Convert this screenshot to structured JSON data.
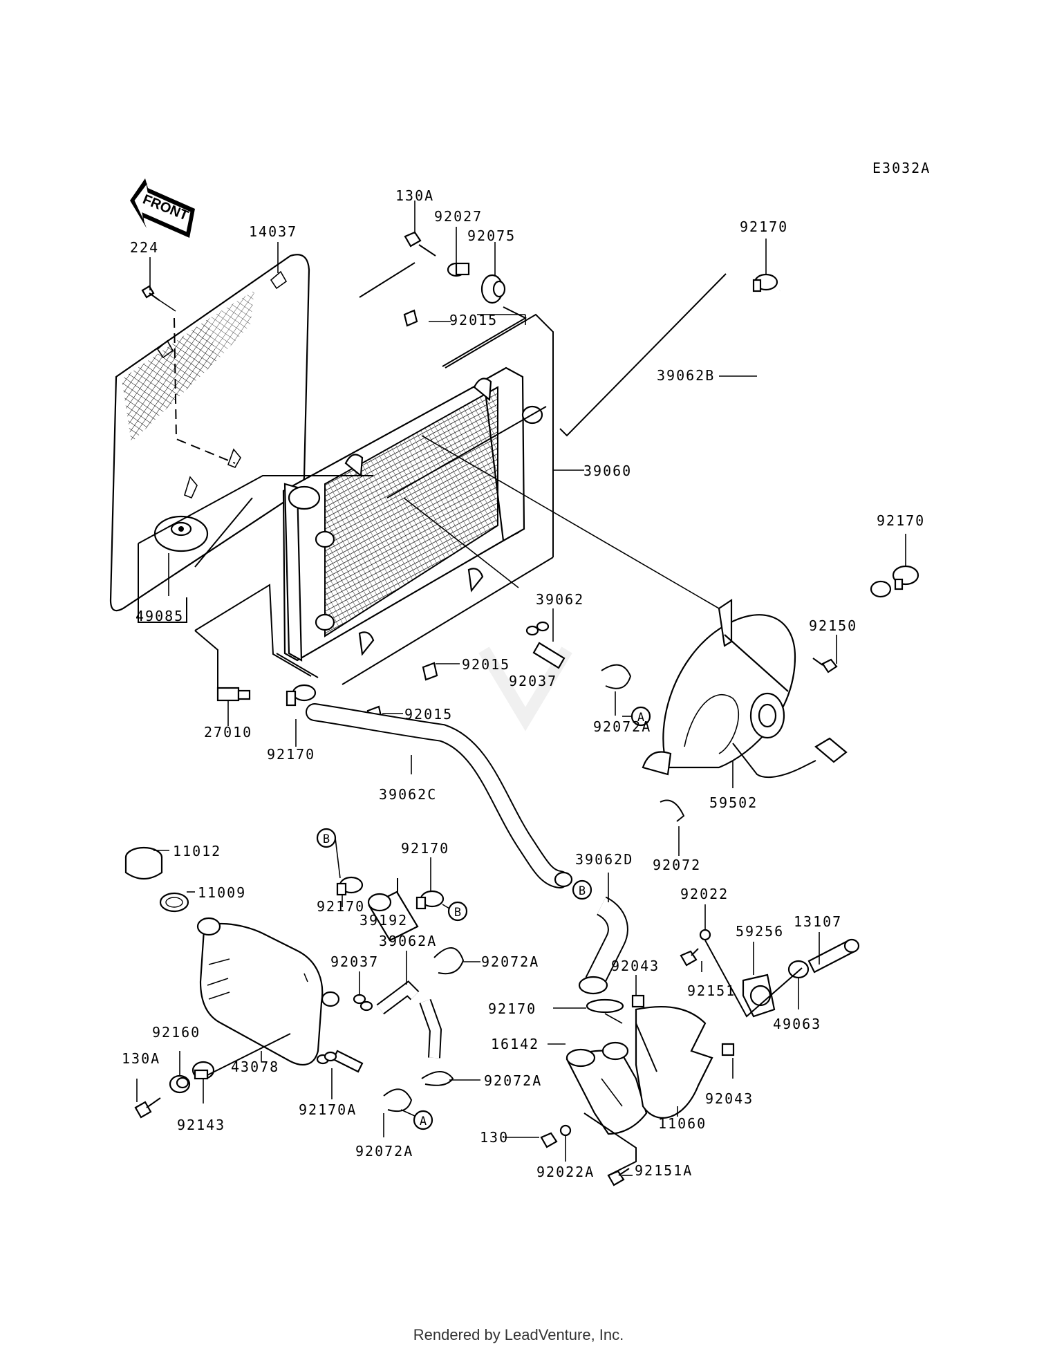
{
  "diagram": {
    "code": "E3032A",
    "front_arrow": "FRONT",
    "footer": "Rendered by LeadVenture, Inc."
  },
  "labels": [
    {
      "id": "lbl-224",
      "text": "224"
    },
    {
      "id": "lbl-14037",
      "text": "14037"
    },
    {
      "id": "lbl-130A-top",
      "text": "130A"
    },
    {
      "id": "lbl-92027",
      "text": "92027"
    },
    {
      "id": "lbl-92075",
      "text": "92075"
    },
    {
      "id": "lbl-92015-a",
      "text": "92015"
    },
    {
      "id": "lbl-92170-a",
      "text": "92170"
    },
    {
      "id": "lbl-39062B",
      "text": "39062B"
    },
    {
      "id": "lbl-39060",
      "text": "39060"
    },
    {
      "id": "lbl-92170-b",
      "text": "92170"
    },
    {
      "id": "lbl-49085",
      "text": "49085"
    },
    {
      "id": "lbl-39062",
      "text": "39062"
    },
    {
      "id": "lbl-92150",
      "text": "92150"
    },
    {
      "id": "lbl-92015-b",
      "text": "92015"
    },
    {
      "id": "lbl-92037-a",
      "text": "92037"
    },
    {
      "id": "lbl-27010",
      "text": "27010"
    },
    {
      "id": "lbl-92015-c",
      "text": "92015"
    },
    {
      "id": "lbl-92072A-a",
      "text": "92072A"
    },
    {
      "id": "lbl-92170-c",
      "text": "92170"
    },
    {
      "id": "lbl-39062C",
      "text": "39062C"
    },
    {
      "id": "lbl-59502",
      "text": "59502"
    },
    {
      "id": "lbl-92170-d",
      "text": "92170"
    },
    {
      "id": "lbl-92072",
      "text": "92072"
    },
    {
      "id": "lbl-11012",
      "text": "11012"
    },
    {
      "id": "lbl-39062D",
      "text": "39062D"
    },
    {
      "id": "lbl-11009",
      "text": "11009"
    },
    {
      "id": "lbl-92022",
      "text": "92022"
    },
    {
      "id": "lbl-92170-e",
      "text": "92170"
    },
    {
      "id": "lbl-39192",
      "text": "39192"
    },
    {
      "id": "lbl-13107",
      "text": "13107"
    },
    {
      "id": "lbl-59256",
      "text": "59256"
    },
    {
      "id": "lbl-39062A",
      "text": "39062A"
    },
    {
      "id": "lbl-92037-b",
      "text": "92037"
    },
    {
      "id": "lbl-92072A-b",
      "text": "92072A"
    },
    {
      "id": "lbl-92043-a",
      "text": "92043"
    },
    {
      "id": "lbl-92151",
      "text": "92151"
    },
    {
      "id": "lbl-92170-f",
      "text": "92170"
    },
    {
      "id": "lbl-49063",
      "text": "49063"
    },
    {
      "id": "lbl-92160",
      "text": "92160"
    },
    {
      "id": "lbl-16142",
      "text": "16142"
    },
    {
      "id": "lbl-130A-bot",
      "text": "130A"
    },
    {
      "id": "lbl-43078",
      "text": "43078"
    },
    {
      "id": "lbl-92072A-c",
      "text": "92072A"
    },
    {
      "id": "lbl-92043-b",
      "text": "92043"
    },
    {
      "id": "lbl-92143",
      "text": "92143"
    },
    {
      "id": "lbl-92170A",
      "text": "92170A"
    },
    {
      "id": "lbl-11060",
      "text": "11060"
    },
    {
      "id": "lbl-130",
      "text": "130"
    },
    {
      "id": "lbl-92072A-d",
      "text": "92072A"
    },
    {
      "id": "lbl-92022A",
      "text": "92022A"
    },
    {
      "id": "lbl-92151A",
      "text": "92151A"
    }
  ],
  "callouts": [
    {
      "id": "callout-a-1",
      "text": "A"
    },
    {
      "id": "callout-b-1",
      "text": "B"
    },
    {
      "id": "callout-b-2",
      "text": "B"
    },
    {
      "id": "callout-b-3",
      "text": "B"
    },
    {
      "id": "callout-a-2",
      "text": "A"
    }
  ]
}
